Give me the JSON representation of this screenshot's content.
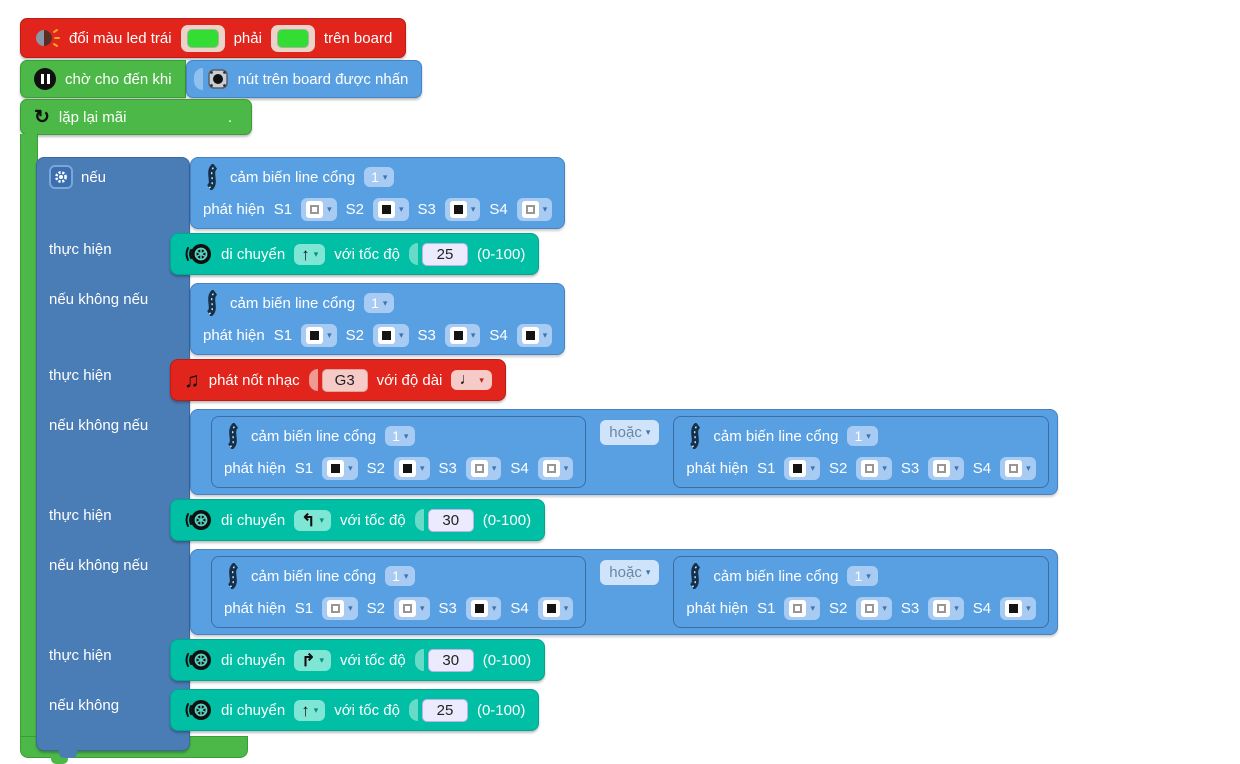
{
  "palette": {
    "red": "#e1251c",
    "green": "#4cb848",
    "light_blue": "#59a0e3",
    "dark_blue": "#4a7cb5",
    "teal": "#00bfa5",
    "led_swatch_green": "#33dd33"
  },
  "led_block": {
    "text1": "đổi màu led trái",
    "text2": "phải",
    "text3": "trên board",
    "left_color": "#33dd33",
    "right_color": "#33dd33"
  },
  "wait_block": {
    "label": "chờ cho đến khi",
    "condition_label": "nút trên board được nhấn"
  },
  "loop_block": {
    "label": "lặp lại mãi",
    "dot": "."
  },
  "if_labels": {
    "if": "nếu",
    "do": "thực hiện",
    "elif": "nếu không nếu",
    "else": "nếu không"
  },
  "sensor_text": {
    "title": "cảm biến line cổng",
    "detect": "phát hiện",
    "s": [
      "S1",
      "S2",
      "S3",
      "S4"
    ]
  },
  "or_op": "hoặc",
  "conditions": {
    "c1": {
      "port": "1",
      "s1": "white",
      "s2": "black",
      "s3": "black",
      "s4": "white"
    },
    "c2": {
      "port": "1",
      "s1": "black",
      "s2": "black",
      "s3": "black",
      "s4": "black"
    },
    "c3l": {
      "port": "1",
      "s1": "black",
      "s2": "black",
      "s3": "white",
      "s4": "white"
    },
    "c3r": {
      "port": "1",
      "s1": "black",
      "s2": "white",
      "s3": "white",
      "s4": "white"
    },
    "c4l": {
      "port": "1",
      "s1": "white",
      "s2": "white",
      "s3": "black",
      "s4": "black"
    },
    "c4r": {
      "port": "1",
      "s1": "white",
      "s2": "white",
      "s3": "white",
      "s4": "black"
    }
  },
  "moves": {
    "m1": {
      "label": "di chuyển",
      "dir": "↑",
      "speed_label": "với tốc độ",
      "speed": "25",
      "range": "(0-100)"
    },
    "m2": {
      "label": "di chuyển",
      "dir": "↰",
      "speed_label": "với tốc độ",
      "speed": "30",
      "range": "(0-100)"
    },
    "m3": {
      "label": "di chuyển",
      "dir": "↱",
      "speed_label": "với tốc độ",
      "speed": "30",
      "range": "(0-100)"
    },
    "m4": {
      "label": "di chuyển",
      "dir": "↑",
      "speed_label": "với tốc độ",
      "speed": "25",
      "range": "(0-100)"
    }
  },
  "music_block": {
    "label": "phát nốt nhạc",
    "note": "G3",
    "duration_label": "với độ dài",
    "duration": "♩"
  }
}
